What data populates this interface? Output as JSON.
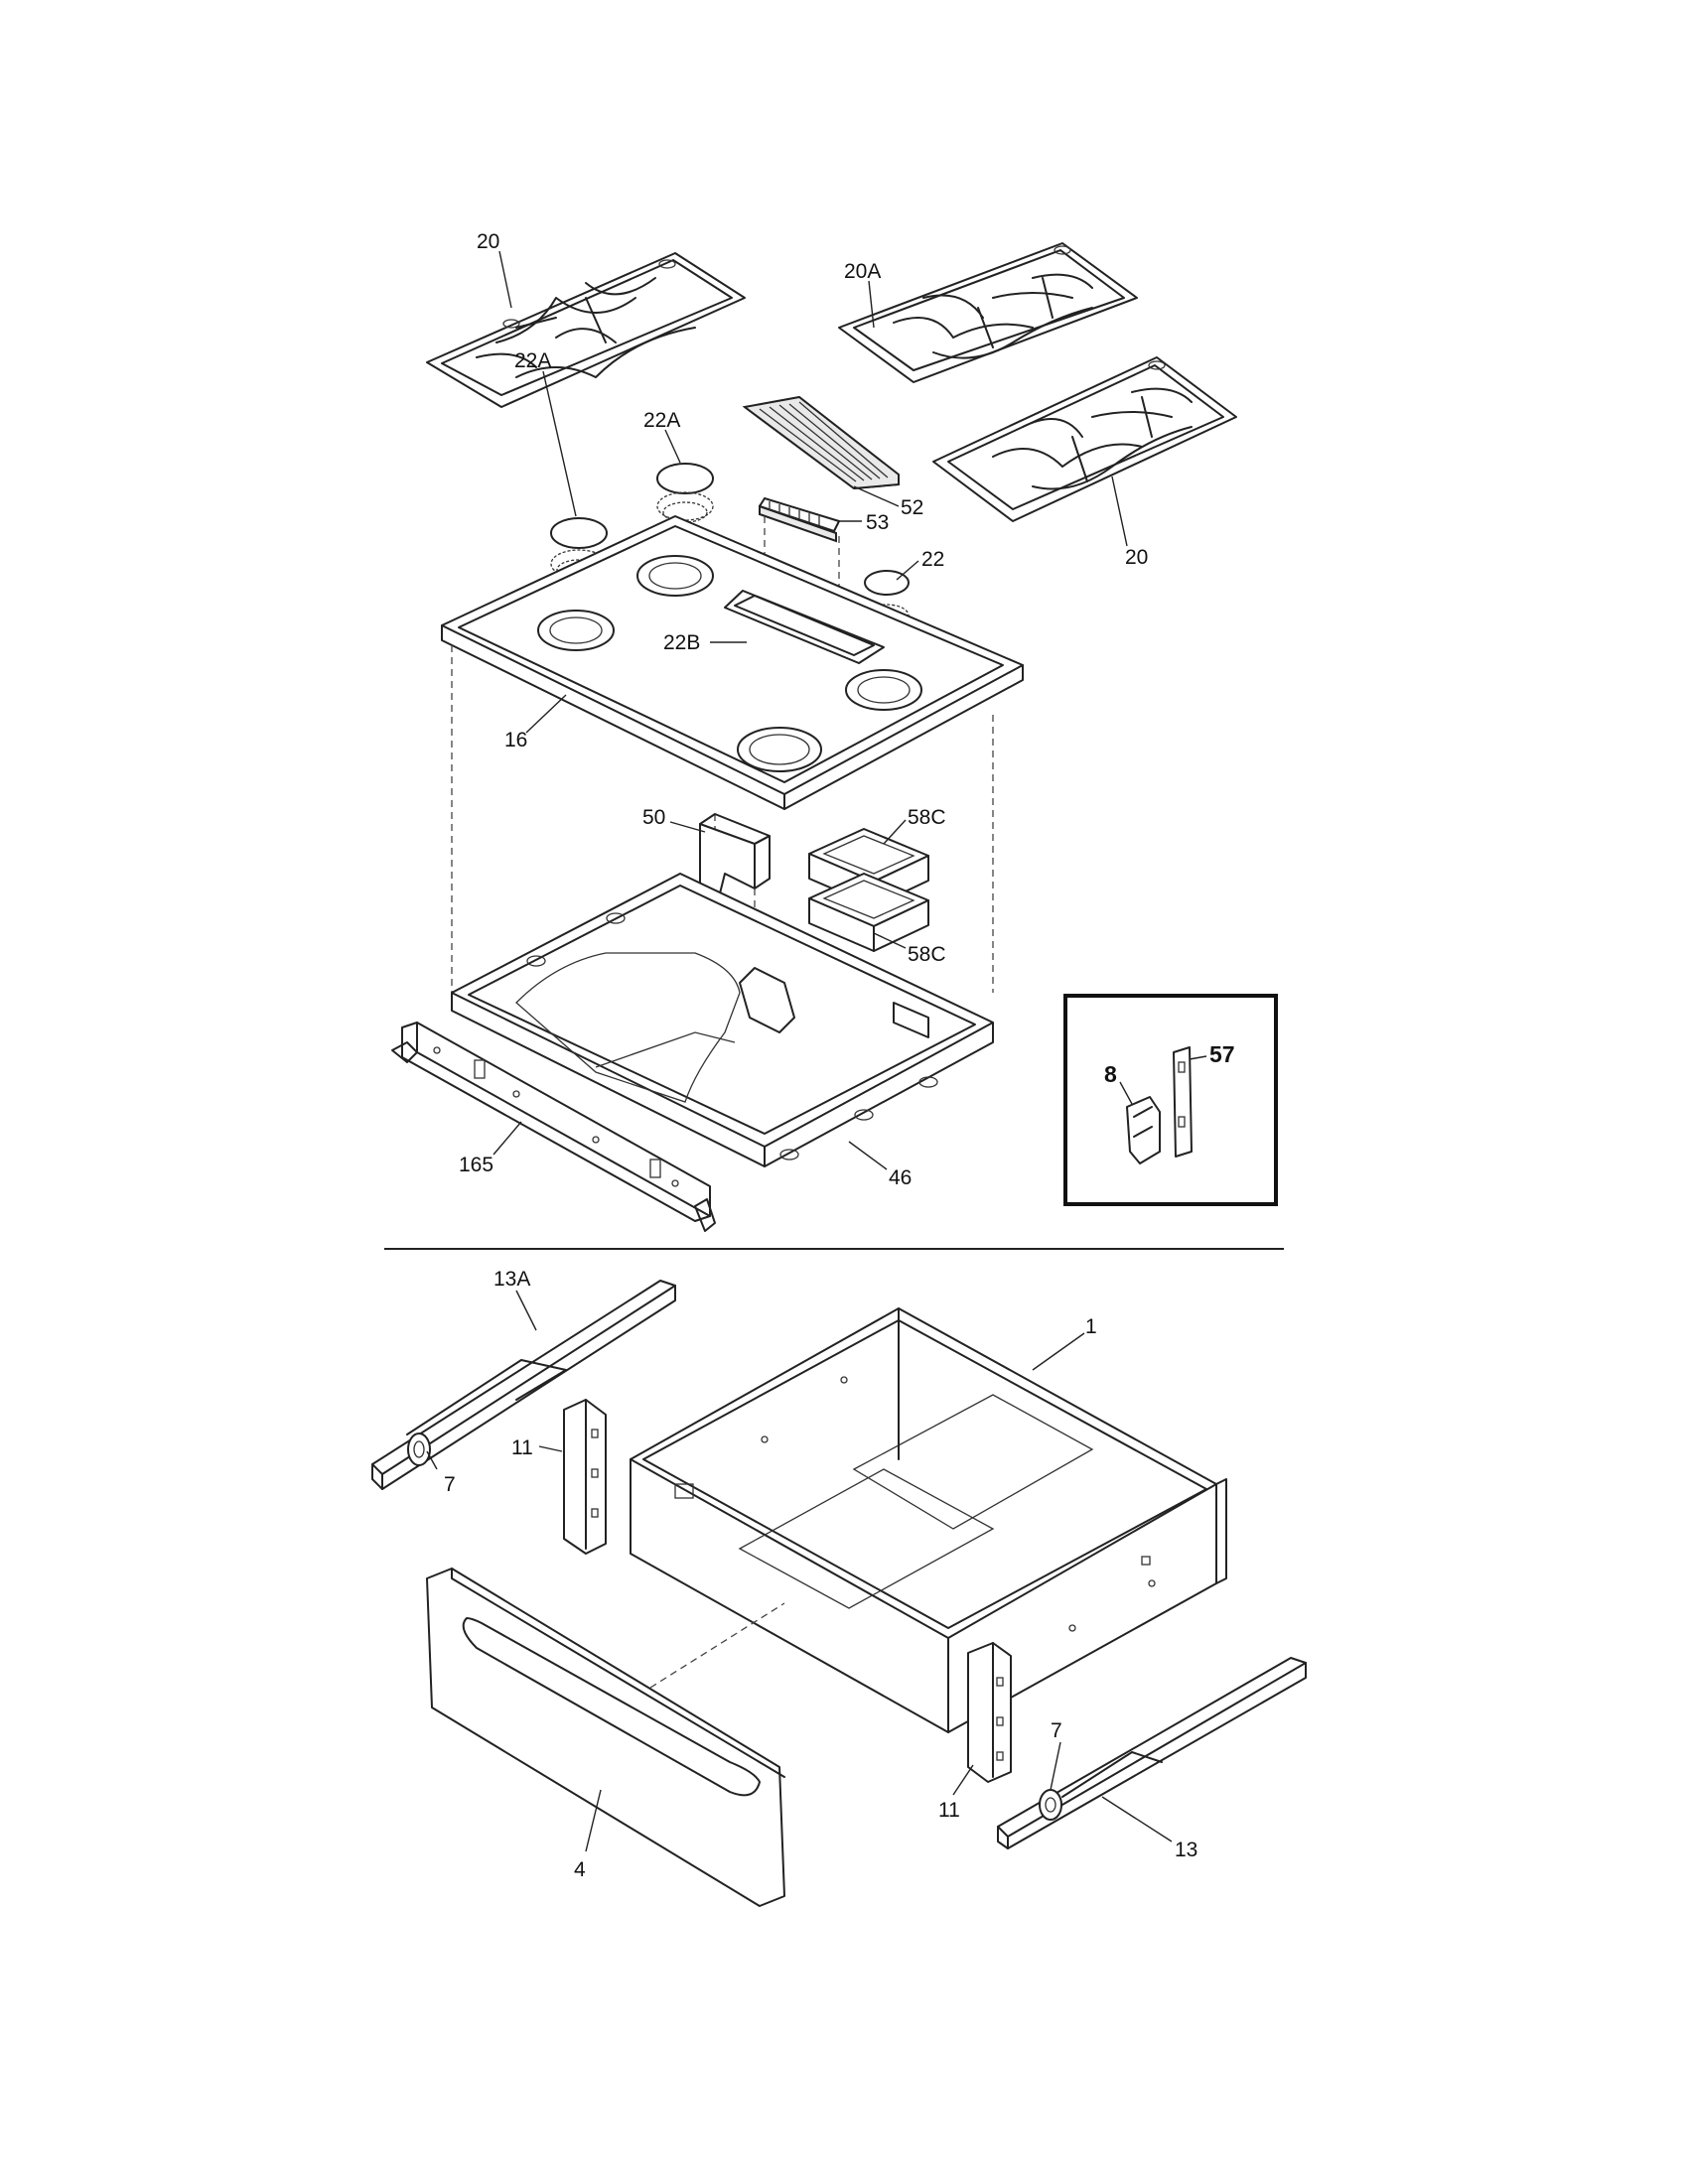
{
  "diagram": {
    "section_top": {
      "labels": {
        "grate_left": "20",
        "grate_right_rear": "20A",
        "grate_right_front": "20",
        "cap_left_rear": "22A",
        "cap_center_rear": "22A",
        "cap_right": "22",
        "cap_center_front": "22B",
        "vent_trim": "52",
        "vent_grille": "53",
        "cooktop": "16",
        "bracket": "50",
        "insulation_upper": "58C",
        "insulation_lower": "58C",
        "front_frame": "165",
        "cooktop_base": "46"
      },
      "inset": {
        "label_igniter": "8",
        "label_bracket": "57"
      }
    },
    "section_bottom": {
      "labels": {
        "rail_left": "13A",
        "roller_left": "7",
        "bracket_left": "11",
        "drawer_body": "1",
        "drawer_front": "4",
        "bracket_right": "11",
        "roller_right": "7",
        "rail_right": "13"
      }
    }
  }
}
